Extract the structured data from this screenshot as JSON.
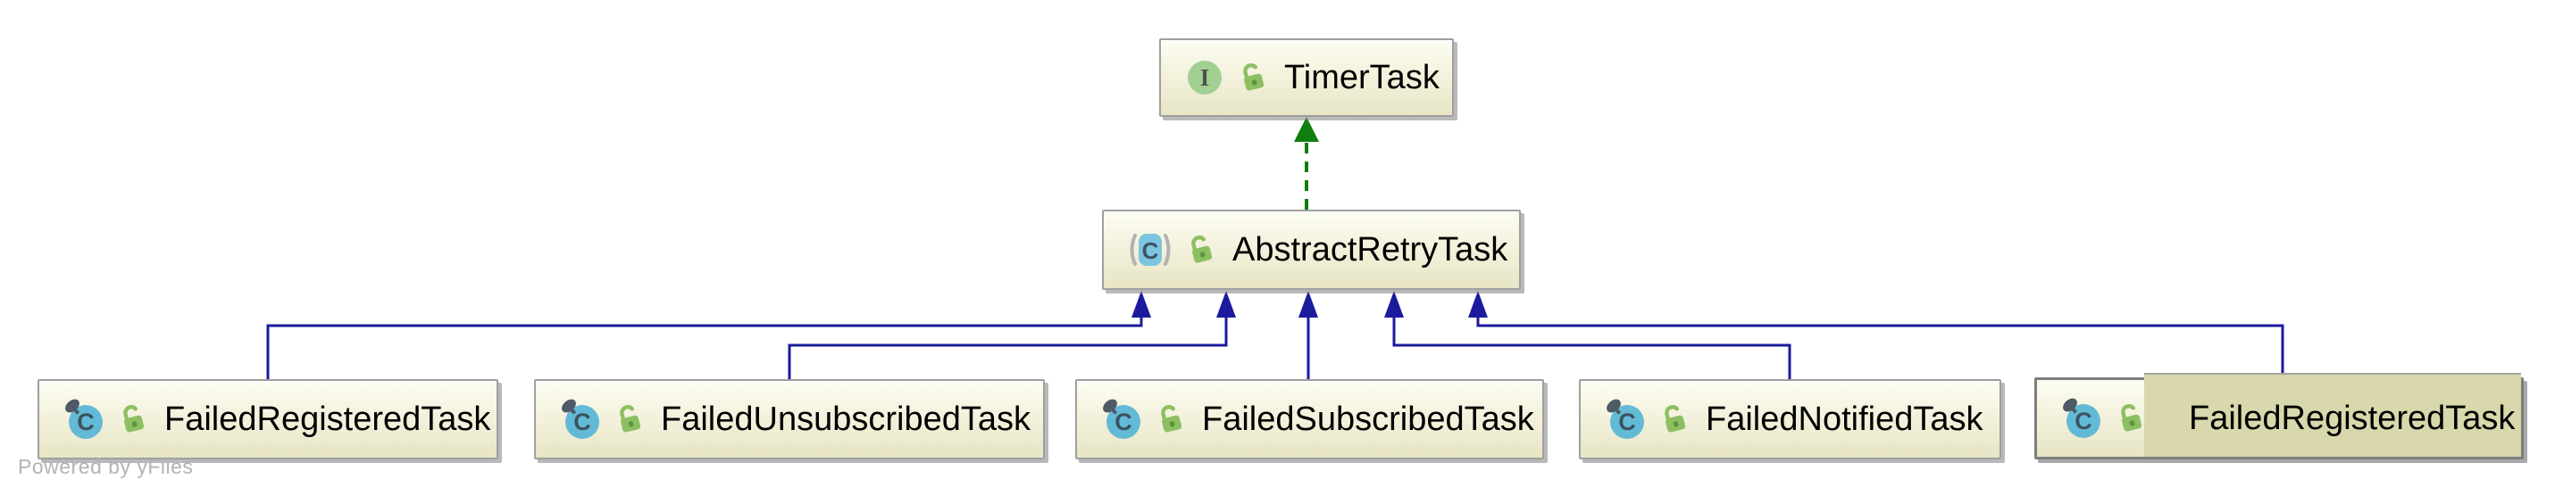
{
  "diagram": {
    "type": "uml-class-diagram",
    "watermark": {
      "text": "Powered by yFiles"
    },
    "icons": {
      "class_letter": "C",
      "interface_letter": "I"
    },
    "nodes": [
      {
        "id": "timer-task",
        "label": "TimerTask",
        "stereotype": "interface",
        "visibility": "public",
        "selected": false
      },
      {
        "id": "abstract-retry-task",
        "label": "AbstractRetryTask",
        "stereotype": "abstract-class",
        "visibility": "public",
        "selected": false
      },
      {
        "id": "failed-registered-task",
        "label": "FailedRegisteredTask",
        "stereotype": "class",
        "visibility": "public",
        "selected": false
      },
      {
        "id": "failed-unsubscribed-task",
        "label": "FailedUnsubscribedTask",
        "stereotype": "class",
        "visibility": "public",
        "selected": false
      },
      {
        "id": "failed-subscribed-task",
        "label": "FailedSubscribedTask",
        "stereotype": "class",
        "visibility": "public",
        "selected": false
      },
      {
        "id": "failed-notified-task",
        "label": "FailedNotifiedTask",
        "stereotype": "class",
        "visibility": "public",
        "selected": false
      },
      {
        "id": "failed-registered-task-selected",
        "label": "FailedRegisteredTask",
        "stereotype": "class",
        "visibility": "public",
        "selected": true
      }
    ],
    "edges": [
      {
        "from": "AbstractRetryTask",
        "to": "TimerTask",
        "relation": "realization",
        "style": "dashed",
        "color": "#0e7e0e"
      },
      {
        "from": "FailedRegisteredTask",
        "to": "AbstractRetryTask",
        "relation": "generalization",
        "style": "solid",
        "color": "#1b1b9e"
      },
      {
        "from": "FailedUnsubscribedTask",
        "to": "AbstractRetryTask",
        "relation": "generalization",
        "style": "solid",
        "color": "#1b1b9e"
      },
      {
        "from": "FailedSubscribedTask",
        "to": "AbstractRetryTask",
        "relation": "generalization",
        "style": "solid",
        "color": "#1b1b9e"
      },
      {
        "from": "FailedNotifiedTask",
        "to": "AbstractRetryTask",
        "relation": "generalization",
        "style": "solid",
        "color": "#1b1b9e"
      },
      {
        "from": "FailedRegisteredTask",
        "to": "AbstractRetryTask",
        "relation": "generalization",
        "style": "solid",
        "color": "#1b1b9e"
      }
    ],
    "colors": {
      "realization_edge": "#0e7e0e",
      "generalization_edge": "#1b1b9e",
      "node_fill_top": "#fdfdf3",
      "node_fill_bottom": "#e7e5c5",
      "node_border": "#9f9f9f",
      "selected_fill": "#d9d8ac",
      "selected_border": "#7d7d7d",
      "class_icon_fill": "#63bad7",
      "interface_icon_fill": "#a2d092",
      "lock_icon_fill": "#8cbf62",
      "icon_glyph": "#3b5360",
      "watermark_text": "#b3b3b3"
    }
  }
}
